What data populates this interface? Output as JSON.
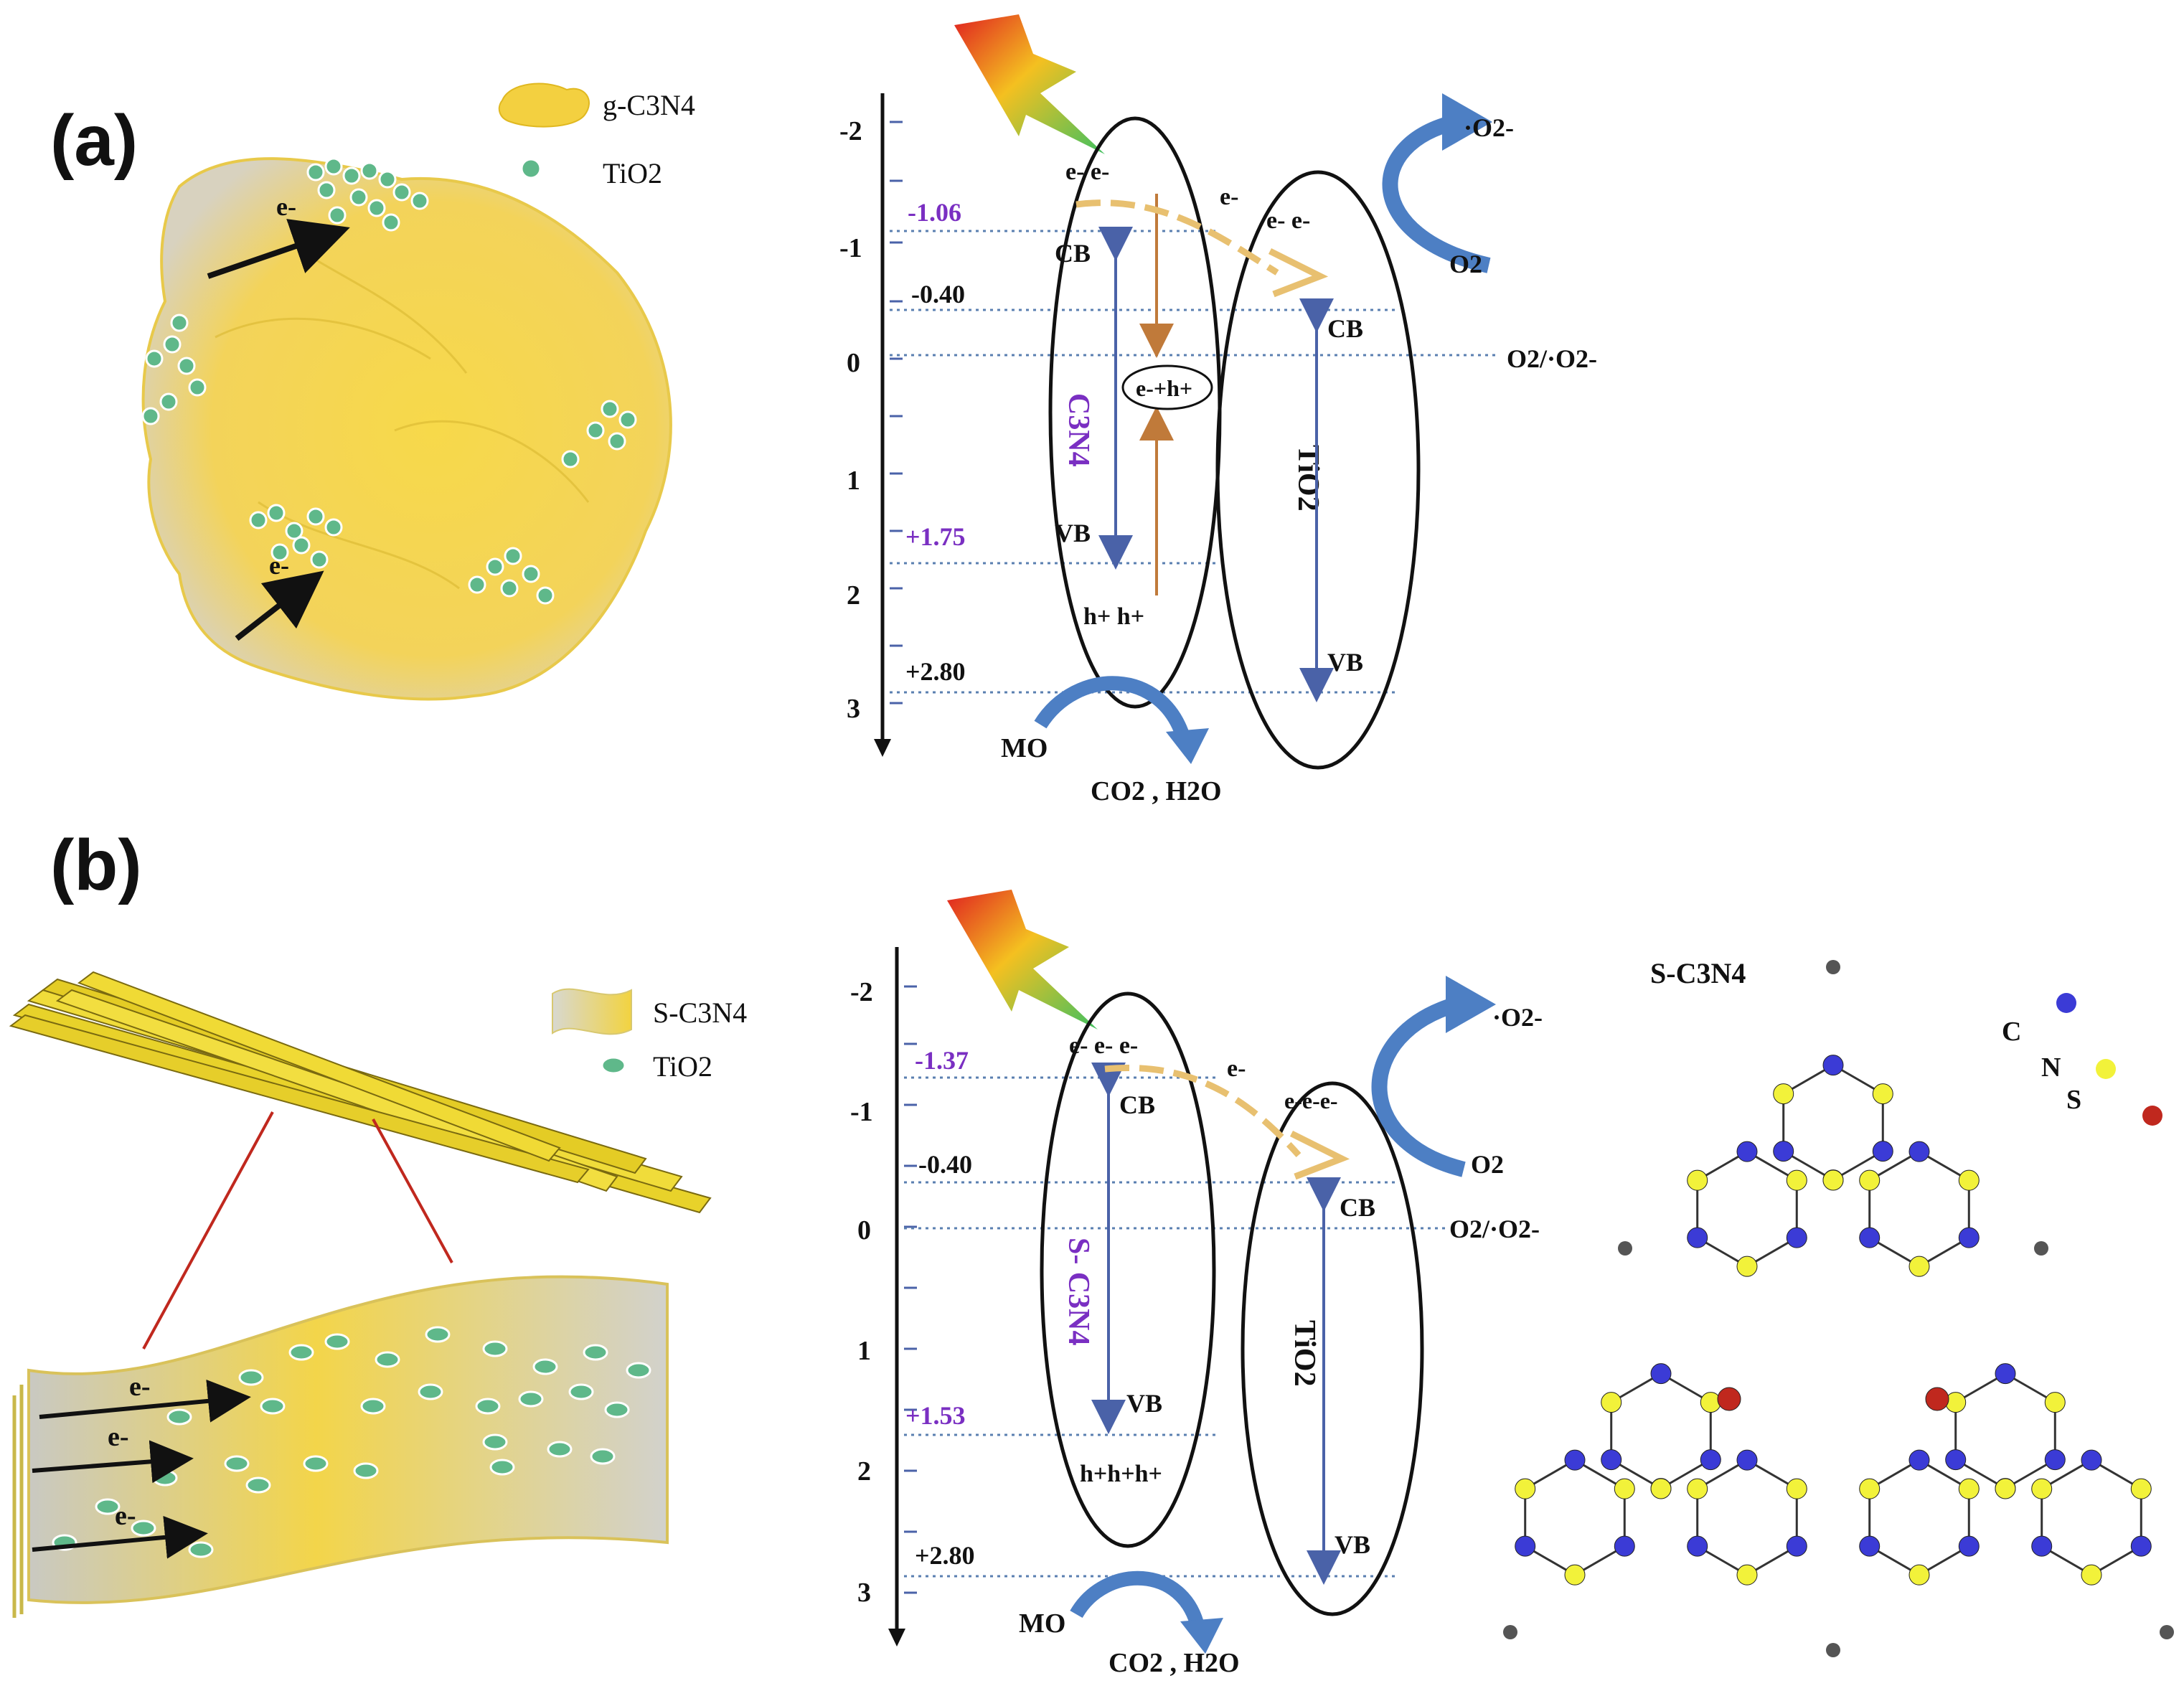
{
  "panels": {
    "a": {
      "label": "(a)",
      "legend": {
        "material": "g-C3N4",
        "particle": "TiO2"
      },
      "electron": "e-",
      "axis_ticks": [
        "-2",
        "-1",
        "0",
        "1",
        "2",
        "3"
      ],
      "levels": {
        "cb_c3n4": "-1.06",
        "cb_tio2": "-0.40",
        "vb_c3n4": "+1.75",
        "vb_tio2": "+2.80"
      },
      "band_labels": {
        "cb": "CB",
        "vb": "VB"
      },
      "materials": {
        "left": "C3N4",
        "right": "TiO2"
      },
      "carriers": {
        "electrons_left": "e-   e-",
        "electron_mid": "e-",
        "electrons_right": "e- e-",
        "holes": "h+  h+",
        "recombination": "e-+h+"
      },
      "redox": {
        "superoxide": "·O2-",
        "oxygen": "O2",
        "couple": "O2/·O2-"
      },
      "degradation": {
        "pollutant": "MO",
        "products": "CO2 , H2O"
      }
    },
    "b": {
      "label": "(b)",
      "legend": {
        "material": "S-C3N4",
        "particle": "TiO2"
      },
      "electron": "e-",
      "axis_ticks": [
        "-2",
        "-1",
        "0",
        "1",
        "2",
        "3"
      ],
      "levels": {
        "cb_c3n4": "-1.37",
        "cb_tio2": "-0.40",
        "vb_c3n4": "+1.53",
        "vb_tio2": "+2.80"
      },
      "band_labels": {
        "cb": "CB",
        "vb": "VB"
      },
      "materials": {
        "left": "S- C3N4",
        "right": "TiO2"
      },
      "carriers": {
        "electrons_left": "e- e- e-",
        "electron_mid": "e-",
        "electrons_right": "e-e-e-",
        "holes": "h+h+h+"
      },
      "redox": {
        "superoxide": "·O2-",
        "oxygen": "O2",
        "couple": "O2/·O2-"
      },
      "degradation": {
        "pollutant": "MO",
        "products": "CO2 , H2O"
      },
      "structure": {
        "title": "S-C3N4",
        "legend": [
          {
            "symbol": "C",
            "color": "#3b3bd6"
          },
          {
            "symbol": "N",
            "color": "#f2f23a"
          },
          {
            "symbol": "S",
            "color": "#c0281e"
          }
        ]
      }
    }
  },
  "colors": {
    "ellipse": "#111111",
    "dotted_level": "#5a7fb0",
    "transfer_arrow": "#e8c070",
    "band_arrow": "#4a62a8",
    "recomb_arrow": "#c07a3a",
    "curved_arrow": "#4d7fc4",
    "value_purple": "#7a2fc2",
    "tio2_particle": "#5fb88a"
  }
}
